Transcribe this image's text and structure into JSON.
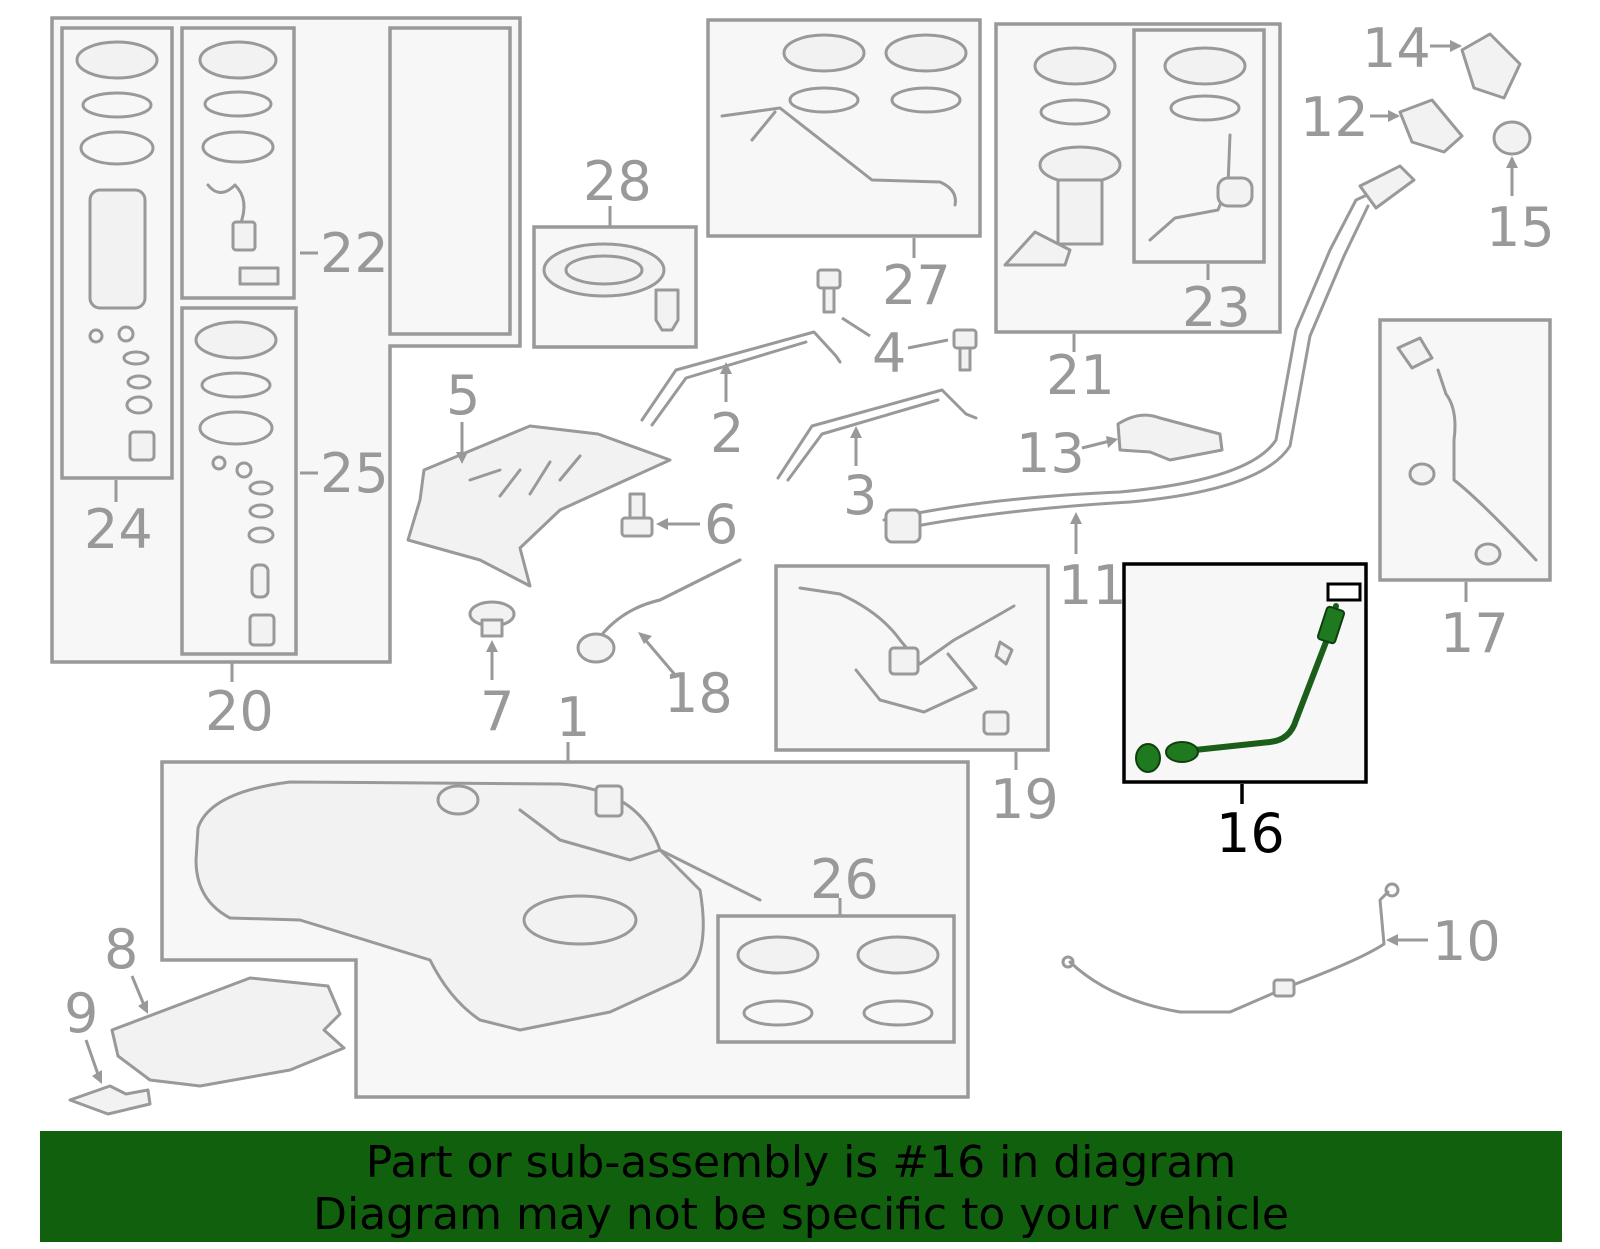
{
  "labels": {
    "l1": "1",
    "l2": "2",
    "l3": "3",
    "l4": "4",
    "l5": "5",
    "l6": "6",
    "l7": "7",
    "l8": "8",
    "l9": "9",
    "l10": "10",
    "l11": "11",
    "l12": "12",
    "l13": "13",
    "l14": "14",
    "l15": "15",
    "l16": "16",
    "l17": "17",
    "l18": "18",
    "l19": "19",
    "l20": "20",
    "l21": "21",
    "l22": "22",
    "l23": "23",
    "l24": "24",
    "l25": "25",
    "l26": "26",
    "l27": "27",
    "l28": "28"
  },
  "highlighted_part": "16",
  "banner": {
    "line1": "Part or sub-assembly is #16 in diagram",
    "line2": "Diagram may not be specific to your vehicle"
  },
  "colors": {
    "part_gray": "#999999",
    "highlight_black": "#000000",
    "banner_green": "#11600e",
    "part_green": "#1f7a1f"
  }
}
